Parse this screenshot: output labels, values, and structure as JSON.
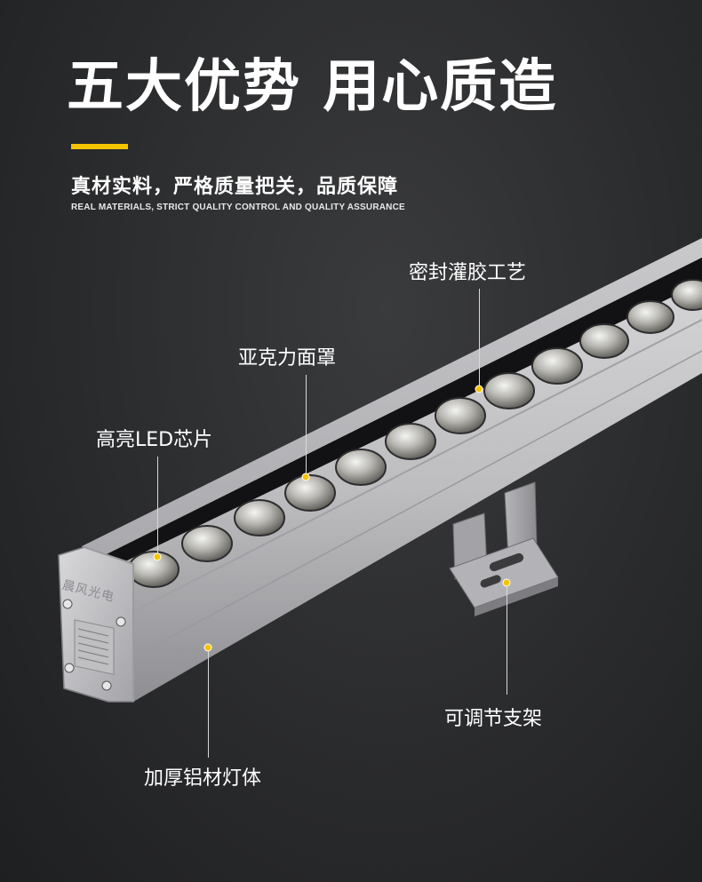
{
  "header": {
    "title": "五大优势 用心质造",
    "subtitle": "真材实料，严格质量把关，品质保障",
    "subtitle_en": "REAL MATERIALS, STRICT QUALITY CONTROL AND QUALITY ASSURANCE",
    "accent_color": "#f5c400"
  },
  "product": {
    "brand_mark": "晨风光电"
  },
  "callouts": {
    "seal": "密封灌胶工艺",
    "acrylic": "亚克力面罩",
    "led": "高亮LED芯片",
    "bracket": "可调节支架",
    "body": "加厚铝材灯体"
  }
}
